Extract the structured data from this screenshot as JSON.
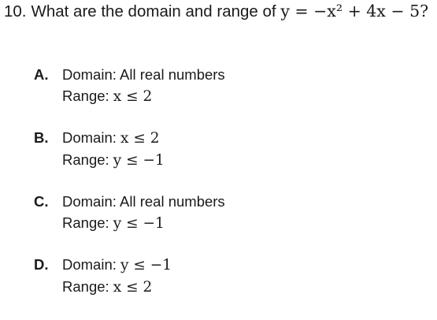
{
  "question": {
    "number": "10.",
    "text": "What are the domain and range of ",
    "equation": "y = −x² + 4x − 5?"
  },
  "choices": [
    {
      "letter": "A.",
      "domain_label": "Domain:",
      "domain_value": "All real numbers",
      "range_label": "Range:",
      "range_value": "x ≤ 2"
    },
    {
      "letter": "B.",
      "domain_label": "Domain:",
      "domain_value": "x ≤ 2",
      "range_label": "Range:",
      "range_value": "y ≤ −1"
    },
    {
      "letter": "C.",
      "domain_label": "Domain:",
      "domain_value": "All real numbers",
      "range_label": "Range:",
      "range_value": "y ≤ −1"
    },
    {
      "letter": "D.",
      "domain_label": "Domain:",
      "domain_value": "y ≤ −1",
      "range_label": "Range:",
      "range_value": "x ≤ 2"
    }
  ]
}
